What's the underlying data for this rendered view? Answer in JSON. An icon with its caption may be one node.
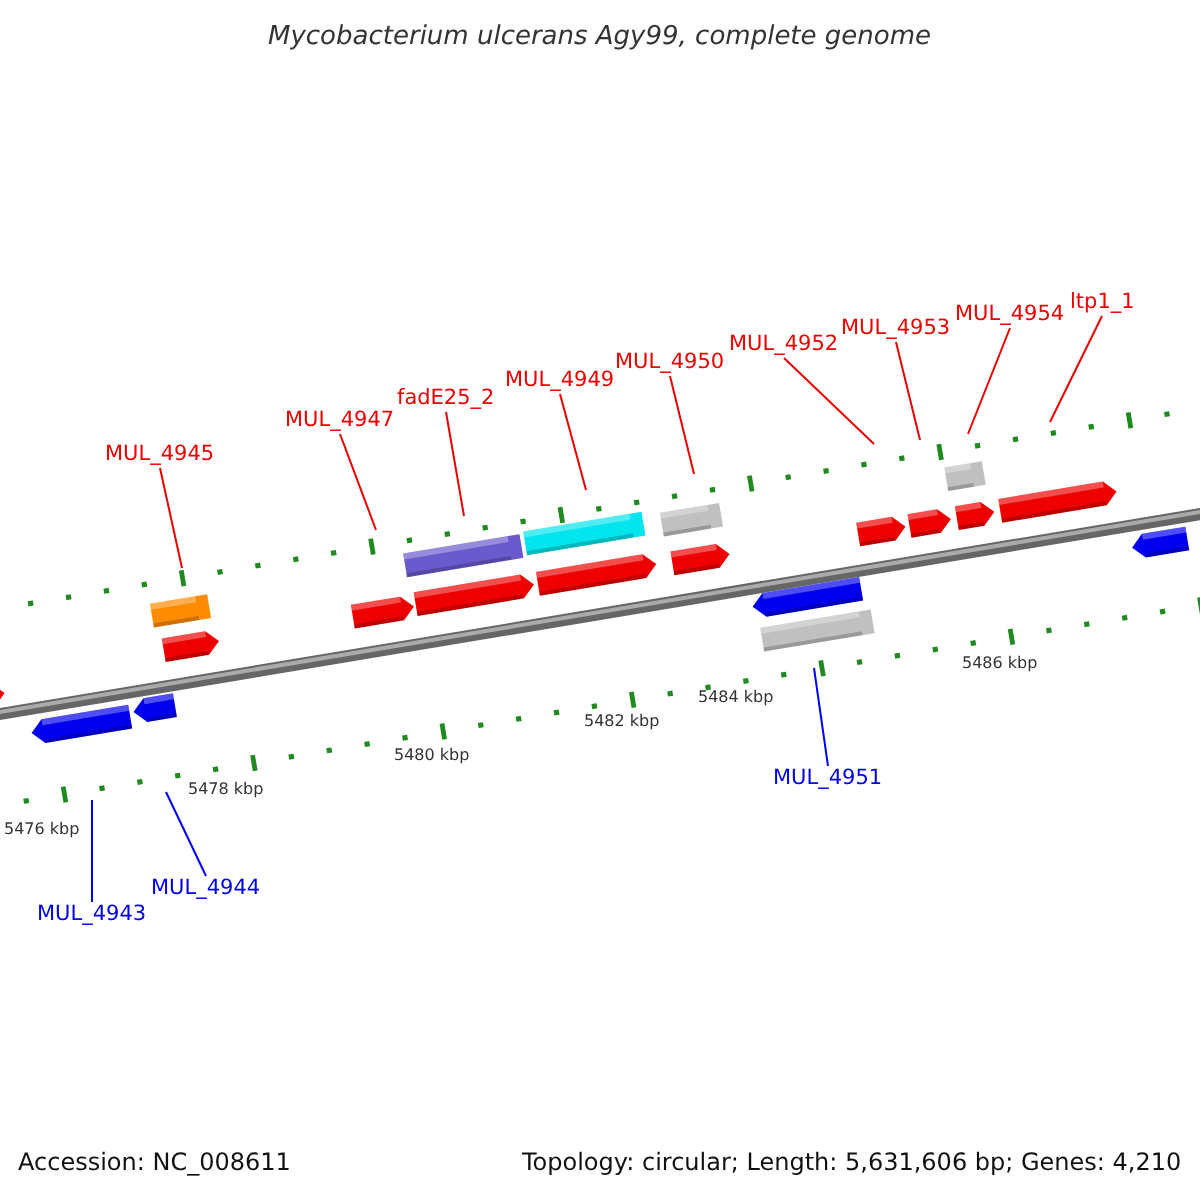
{
  "diagram": {
    "title": "Mycobacterium ulcerans Agy99, complete genome",
    "nodes": [
      {
        "text": [
          "MUL_4945"
        ]
      },
      {
        "text": [
          "MUL_4947"
        ]
      },
      {
        "text": [
          "fadE25_2"
        ]
      },
      {
        "text": [
          "MUL_4949"
        ]
      },
      {
        "text": [
          "MUL_4950"
        ]
      },
      {
        "text": [
          "MUL_4952"
        ]
      },
      {
        "text": [
          "MUL_4953"
        ]
      },
      {
        "text": [
          "MUL_4954"
        ]
      },
      {
        "text": [
          "ltp1_1"
        ]
      },
      {
        "text": [
          "MUL_4951"
        ]
      },
      {
        "text": [
          "MUL_4943"
        ]
      },
      {
        "text": [
          "MUL_4944"
        ]
      }
    ],
    "edges": [
      {
        "from": 0,
        "to": null,
        "arrow": "none"
      },
      {
        "from": 1,
        "to": null,
        "arrow": "none"
      },
      {
        "from": 2,
        "to": null,
        "arrow": "none"
      },
      {
        "from": 3,
        "to": null,
        "arrow": "none"
      },
      {
        "from": 4,
        "to": null,
        "arrow": "none"
      },
      {
        "from": 5,
        "to": null,
        "arrow": "none"
      },
      {
        "from": 6,
        "to": null,
        "arrow": "none"
      },
      {
        "from": 7,
        "to": null,
        "arrow": "none"
      },
      {
        "from": 8,
        "to": null,
        "arrow": "none"
      },
      {
        "from": 9,
        "to": null,
        "arrow": "none",
        "color": "#0000ff"
      },
      {
        "from": 10,
        "to": null,
        "arrow": "none",
        "color": "#0000ff"
      },
      {
        "from": 11,
        "to": null,
        "arrow": "none",
        "color": "#0000ff"
      }
    ],
    "labels": [
      "5486 kbp",
      "5484 kbp",
      "5482 kbp",
      "5480 kbp",
      "5478 kbp",
      "5476 kbp",
      "Accession: NC_008611",
      "Topology: circular; Length: 5,631,606 bp; Genes: 4,210"
    ]
  }
}
